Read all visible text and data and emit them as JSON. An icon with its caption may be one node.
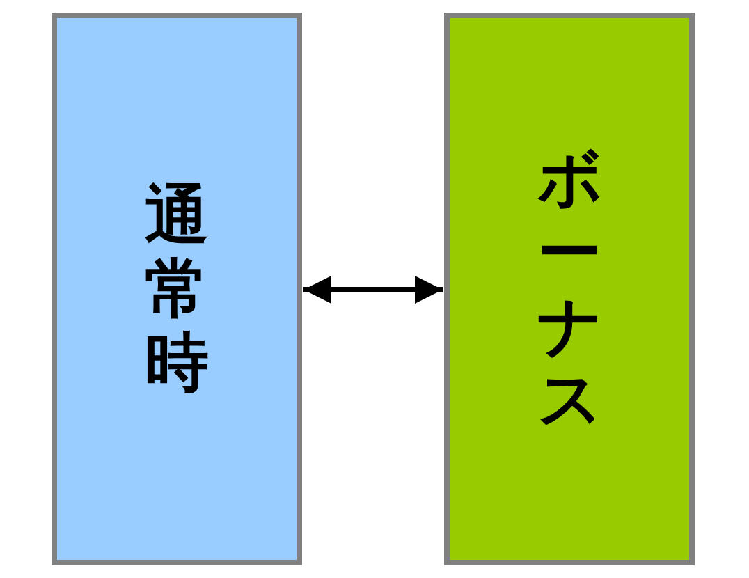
{
  "diagram": {
    "nodes": [
      {
        "text": [
          "通常時"
        ]
      },
      {
        "text": [
          "ボーナス"
        ]
      }
    ],
    "edges": [
      {
        "from": 0,
        "to": 1,
        "arrow": "both"
      }
    ]
  }
}
